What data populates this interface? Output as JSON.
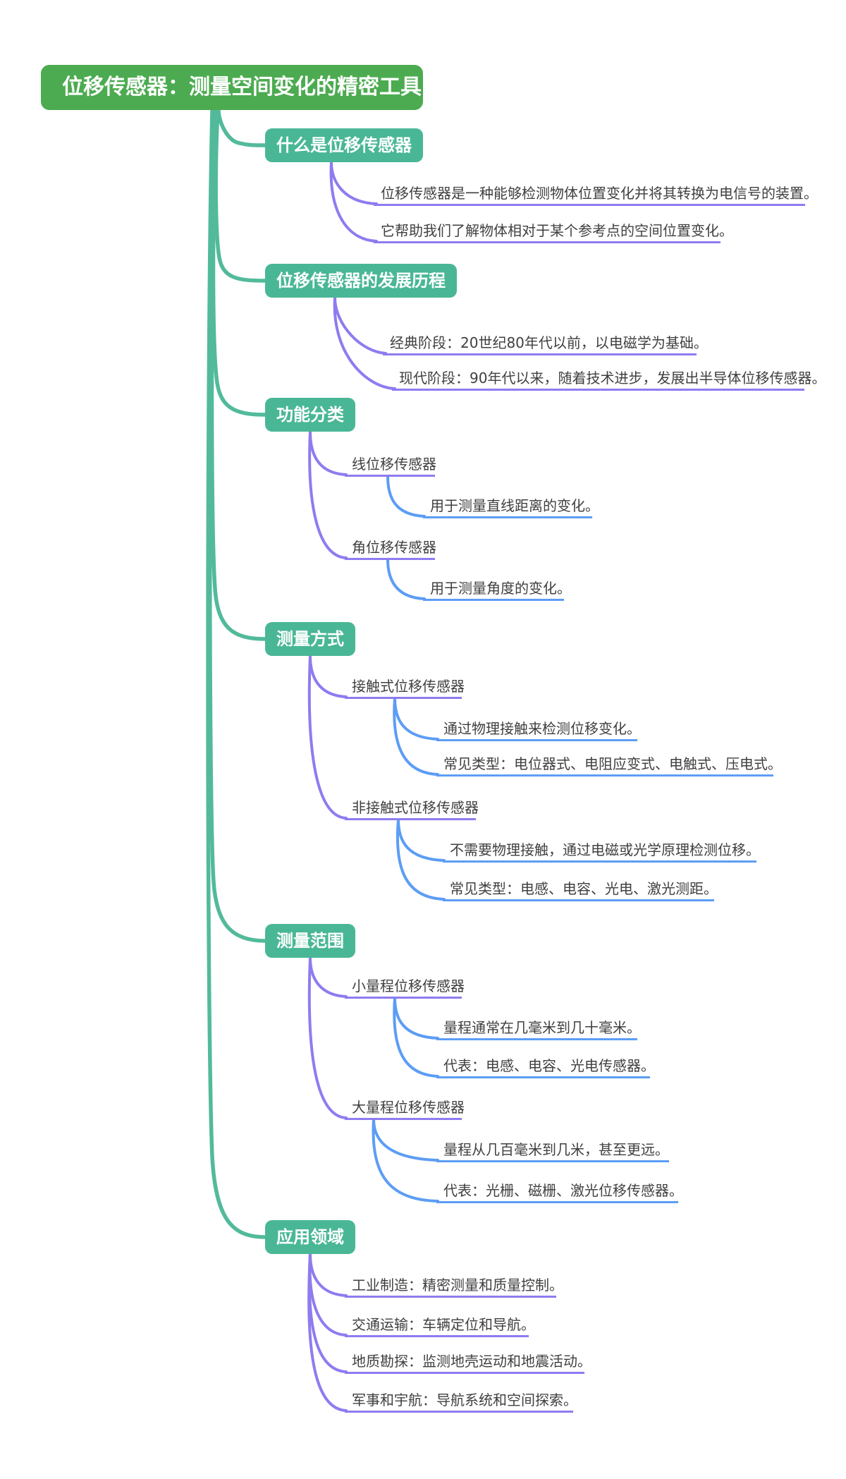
{
  "root": {
    "title": "位移传感器：测量空间变化的精密工具"
  },
  "colors": {
    "root_box": "#4cab50",
    "branch_box": "#49b795",
    "trunk_line": "#52ba9b",
    "purple_line": "#8d7cf0",
    "blue_line": "#5c9df5",
    "leaf_text": "#3f3f3f"
  },
  "sections": [
    {
      "title": "什么是位移传感器",
      "leaves": [
        "位移传感器是一种能够检测物体位置变化并将其转换为电信号的装置。",
        "它帮助我们了解物体相对于某个参考点的空间位置变化。"
      ]
    },
    {
      "title": "位移传感器的发展历程",
      "leaves": [
        "经典阶段：20世纪80年代以前，以电磁学为基础。",
        "现代阶段：90年代以来，随着技术进步，发展出半导体位移传感器。"
      ]
    },
    {
      "title": "功能分类",
      "children": [
        {
          "title": "线位移传感器",
          "leaves": [
            "用于测量直线距离的变化。"
          ]
        },
        {
          "title": "角位移传感器",
          "leaves": [
            "用于测量角度的变化。"
          ]
        }
      ]
    },
    {
      "title": "测量方式",
      "children": [
        {
          "title": "接触式位移传感器",
          "leaves": [
            "通过物理接触来检测位移变化。",
            "常见类型：电位器式、电阻应变式、电触式、压电式。"
          ]
        },
        {
          "title": "非接触式位移传感器",
          "leaves": [
            "不需要物理接触，通过电磁或光学原理检测位移。",
            "常见类型：电感、电容、光电、激光测距。"
          ]
        }
      ]
    },
    {
      "title": "测量范围",
      "children": [
        {
          "title": "小量程位移传感器",
          "leaves": [
            "量程通常在几毫米到几十毫米。",
            "代表：电感、电容、光电传感器。"
          ]
        },
        {
          "title": "大量程位移传感器",
          "leaves": [
            "量程从几百毫米到几米，甚至更远。",
            "代表：光栅、磁栅、激光位移传感器。"
          ]
        }
      ]
    },
    {
      "title": "应用领域",
      "leaves": [
        "工业制造：精密测量和质量控制。",
        "交通运输：车辆定位和导航。",
        "地质勘探：监测地壳运动和地震活动。",
        "军事和宇航：导航系统和空间探索。"
      ]
    }
  ]
}
